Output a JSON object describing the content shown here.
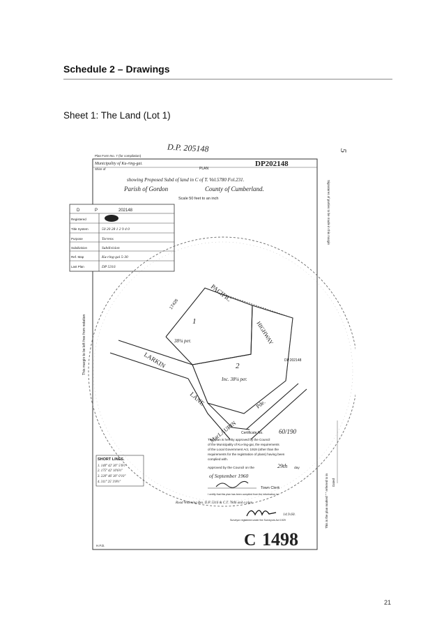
{
  "document": {
    "heading": "Schedule 2 – Drawings",
    "subheading": "Sheet 1: The Land (Lot 1)",
    "page_number": "21"
  },
  "plan": {
    "top_stamp": "D.P. 205148",
    "form_note": "Plan Form No. 7 (for compilation)",
    "municipality": "Municipality of Ku-ring-gai.",
    "shire": "Shire of",
    "dp_number": "DP202148",
    "plan_of": "PLAN",
    "title_line": "showing Proposed Subd of land in C of T. Vol.5780 Fol.231.",
    "parish": "Parish of Gordon",
    "county": "County of Cumberland.",
    "scale": "Scale 50 feet to an inch",
    "table_header_d": "D",
    "table_header_p": "P",
    "table_header_no": "202148",
    "table_rows": [
      {
        "label": "Registered",
        "value": ""
      },
      {
        "label": "Title System",
        "value": "50 20 28 1 2 9 4 0"
      },
      {
        "label": "Purpose",
        "value": "Torrens"
      },
      {
        "label": "Subdivision",
        "value": "Subdivision"
      },
      {
        "label": "Ref. Map",
        "value": "Ku-ring-gai 5-30"
      },
      {
        "label": "Last Plan",
        "value": "DP 5316"
      }
    ],
    "road_pacific": "PACIFIC",
    "road_highway": "HIGHWAY",
    "road_larkin": "LARKIN",
    "road_lane": "LANE",
    "road_maclaurin": "MacLAURIN",
    "road_pde": "Pde.",
    "lot_1": "1",
    "lot_2": "2",
    "lot_1_area": "38¼ per.",
    "lot_2_area": "Inc. 38¼ per.",
    "ref_dp": "DP.202148",
    "ref_17426": "17426",
    "short_lines_title": "SHORT LINES.",
    "short_lines": [
      "1. 140° 42' 30\"  5'6½\"",
      "2. 175° 42'  10'6½\"",
      "3. 220° 46' 30\"  0'10\"",
      "4. 311° 25'  3'8½\""
    ],
    "certificate_label": "Certificate No.",
    "certificate_no": "60/190",
    "council_text": [
      "This plan is hereby approved by the Council",
      "of the Municipality of Ku-ring-gai, the requirements",
      "of the Local Government Act, 1919 (other than the",
      "requirements for the registration of plans) having been",
      "complied with."
    ],
    "approved_by": "Approved by the Council on the",
    "approved_day": "29th",
    "approved_suffix": "day",
    "approved_month": "of September 1960",
    "town_clerk": "Town Clerk",
    "certify_text": "I certify that this plan has been compiled from the information in",
    "road_widening": "Road Widening Res. D.P. 5316 & C.T. 7846 and a plan",
    "surveyor_date": "14.9.60.",
    "surveyor_text": "Surveyor registered under the Surveyors Act 1929",
    "big_number": "1498",
    "big_prefix": "C",
    "bottom_left": "H.F.D.",
    "margin_left": "This margin to be left free from notation",
    "margin_right_top": "Signatures of parties to be made in this margin",
    "margin_right_bottom": "This is the plan marked \" \" referred to in",
    "margin_dated": "Dated",
    "corner_mark": "5"
  }
}
